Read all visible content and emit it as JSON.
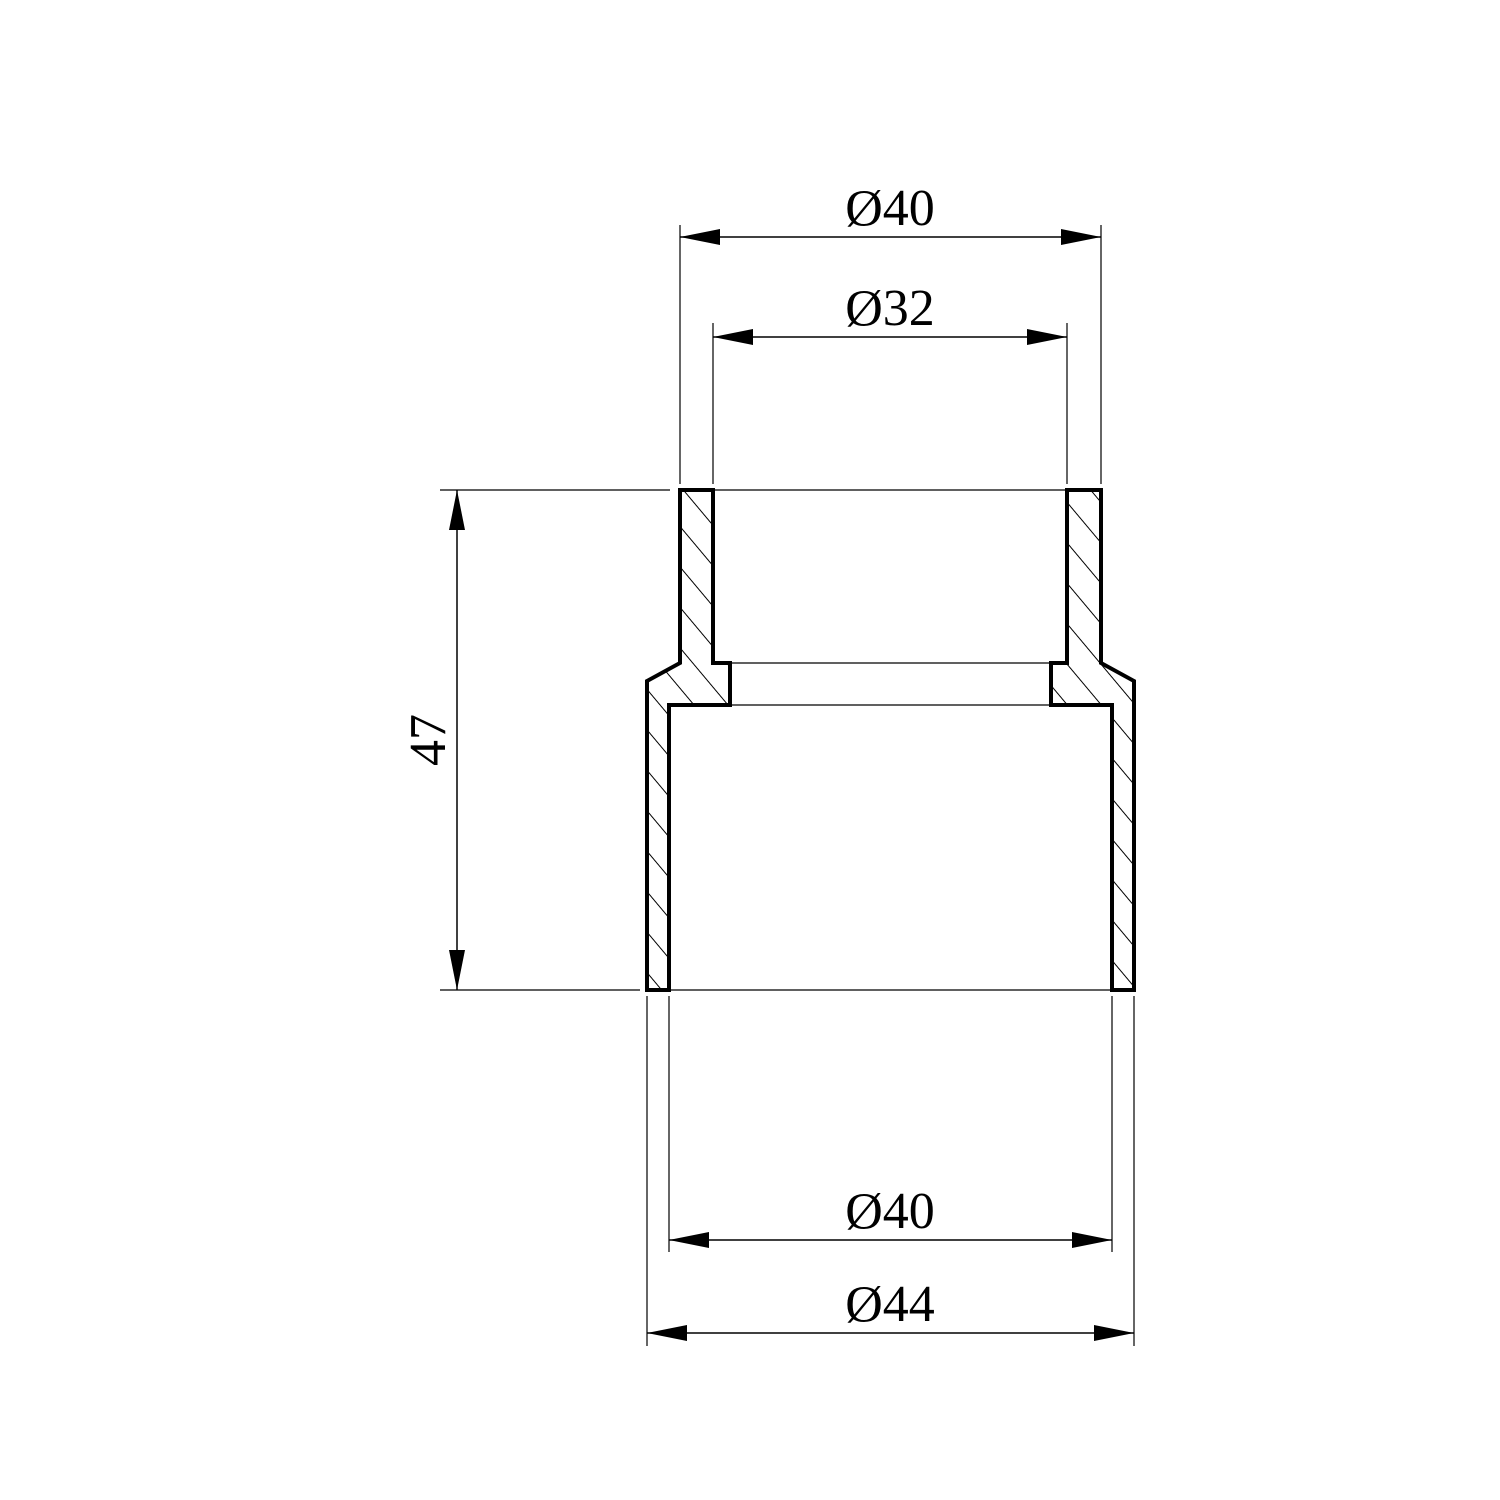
{
  "drawing": {
    "title": "Reducer coupling section",
    "dimensions": {
      "top_outer_diameter": "Ø40",
      "top_inner_diameter": "Ø32",
      "height": "47",
      "bottom_inner_diameter": "Ø40",
      "bottom_outer_diameter": "Ø44"
    },
    "colors": {
      "line": "#000000",
      "background": "#ffffff"
    }
  }
}
